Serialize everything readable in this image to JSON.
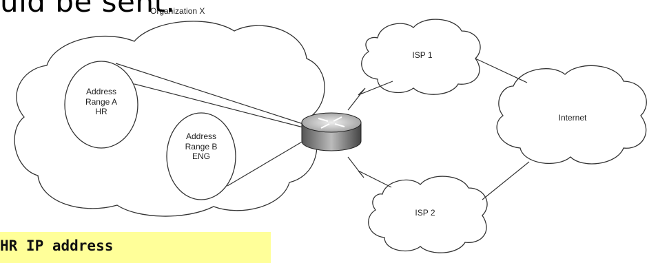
{
  "slide": {
    "heading_fragment": "uld be sent.",
    "code_fragment": "HR IP address"
  },
  "diagram": {
    "org_label": "Organization X",
    "range_a": [
      "Address",
      "Range A",
      "HR"
    ],
    "range_b": [
      "Address",
      "Range B",
      "ENG"
    ],
    "isp1_label": "ISP 1",
    "isp2_label": "ISP 2",
    "internet_label": "Internet"
  }
}
